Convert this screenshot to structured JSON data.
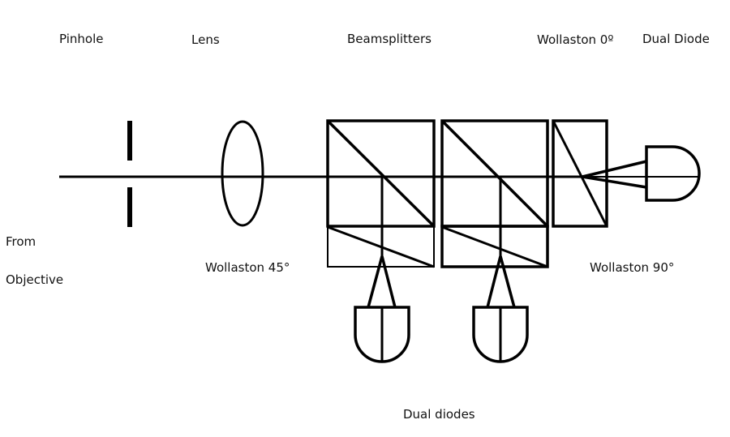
{
  "labels": {
    "pinhole": "Pinhole",
    "lens": "Lens",
    "beamsplitters": "Beamsplitters",
    "wollaston_0": "Wollaston 0º",
    "dual_diode": "Dual Diode",
    "from": "From",
    "objective": "Objective",
    "wollaston_45": "Wollaston 45°",
    "wollaston_90": "Wollaston 90°",
    "dual_diodes": "Dual diodes"
  },
  "colors": {
    "line": "#000000",
    "text": "#111111",
    "background": "#ffffff"
  }
}
